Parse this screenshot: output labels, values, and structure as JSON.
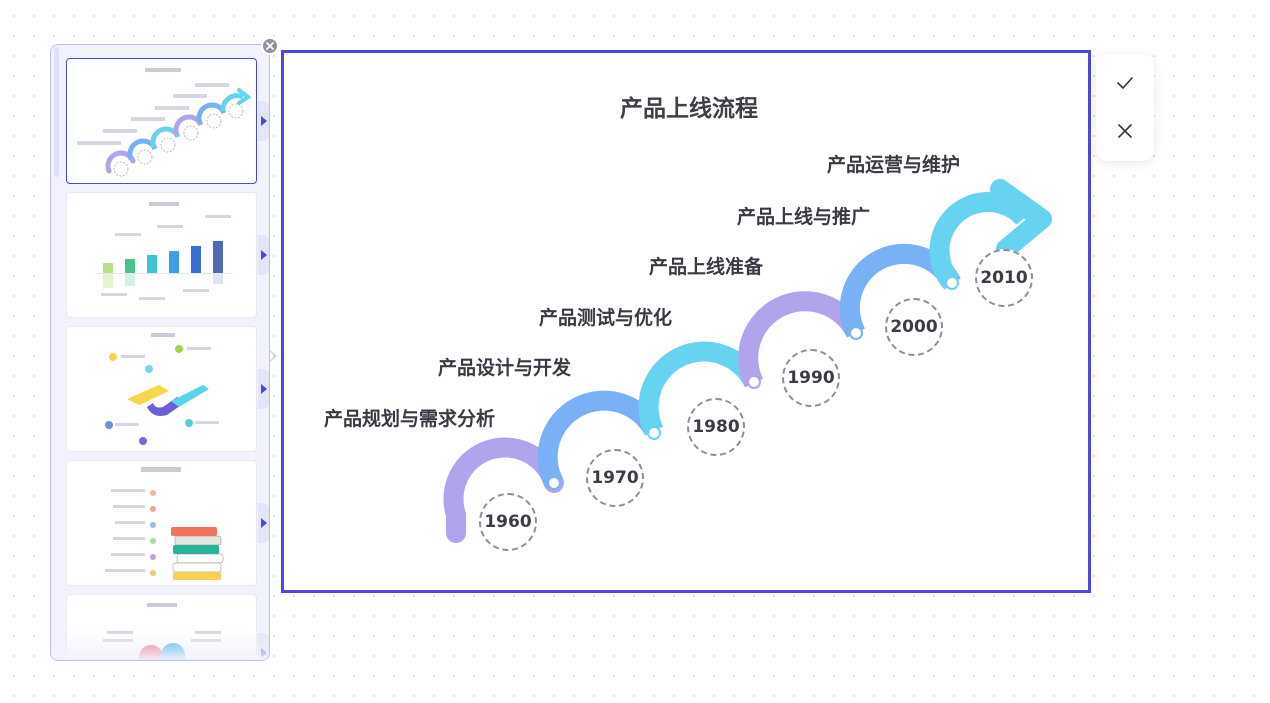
{
  "template_panel": {
    "thumbnails": [
      {
        "name": "thumbnail-arc-timeline",
        "selected": true
      },
      {
        "name": "thumbnail-bar-chart",
        "selected": false
      },
      {
        "name": "thumbnail-3d-steps",
        "selected": false
      },
      {
        "name": "thumbnail-book-stack",
        "selected": false
      },
      {
        "name": "thumbnail-circles",
        "selected": false
      }
    ],
    "icons": {
      "close": "close-circle-icon",
      "arrow": "play-right-icon",
      "collapse": "chevron-left-icon"
    }
  },
  "canvas": {
    "title": "产品上线流程",
    "stages": [
      {
        "label": "产品规划与需求分析",
        "year": "1960"
      },
      {
        "label": "产品设计与开发",
        "year": "1970"
      },
      {
        "label": "产品测试与优化",
        "year": "1980"
      },
      {
        "label": "产品上线准备",
        "year": "1990"
      },
      {
        "label": "产品上线与推广",
        "year": "2000"
      },
      {
        "label": "产品运营与维护",
        "year": "2010"
      }
    ],
    "colors": {
      "border": "#5046e5",
      "arc_purple": "#b1a3ec",
      "arc_blue": "#7ab0f4",
      "arc_cyan": "#67d3f1"
    }
  },
  "confirm_toolbar": {
    "confirm_icon": "check-icon",
    "cancel_icon": "close-icon"
  }
}
